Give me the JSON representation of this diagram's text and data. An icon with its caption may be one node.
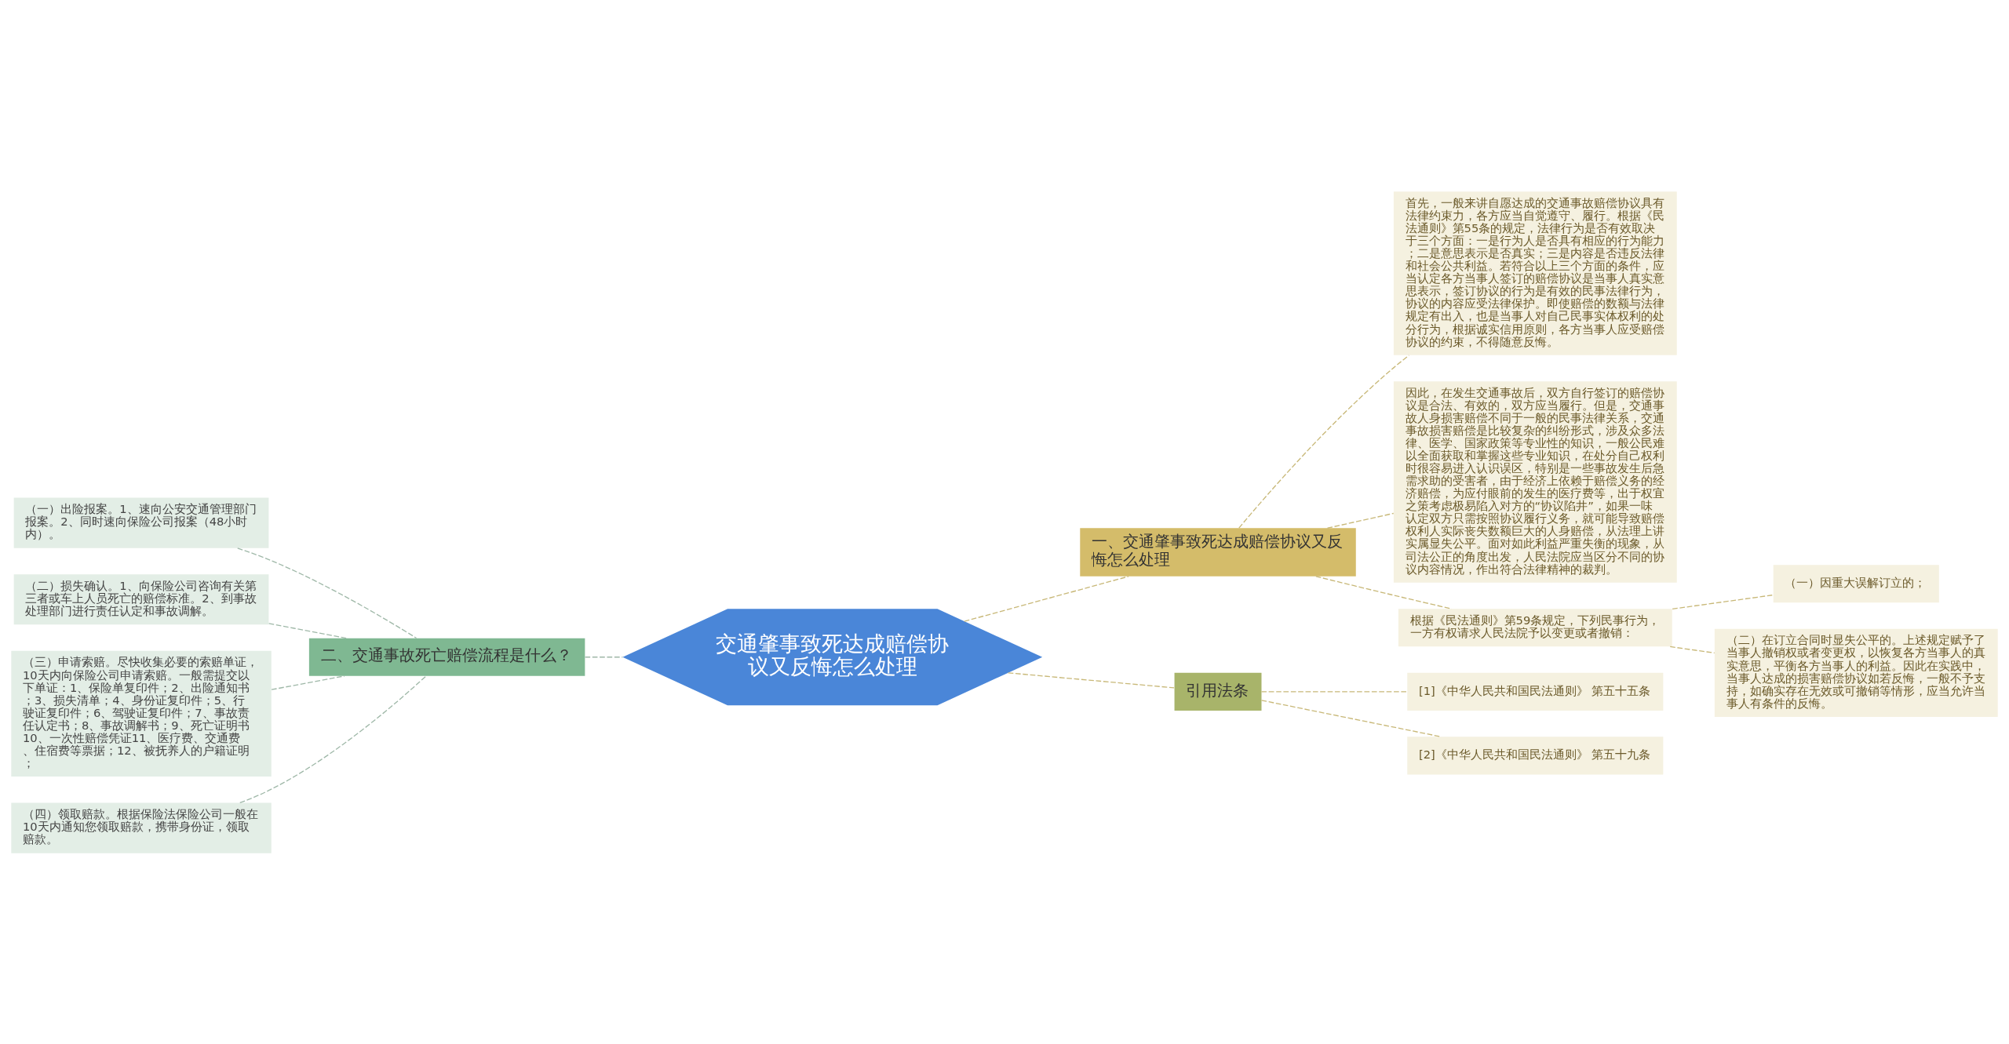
{
  "diagram": {
    "nodes": [
      {
        "text": [
          "交通肇事致死达成赔偿协议又反悔怎么处理"
        ]
      },
      {
        "text": [
          "一、交通肇事致死达成赔偿协议又反悔怎么处理"
        ]
      },
      {
        "text": [
          "首先，一般来讲自愿达成的交通事故赔偿协议具有法律约束力，各方应当自觉遵守、履行。根据《民法通则》第55条的规定，法律行为是否有效取决于三个方面：一是行为人是否具有相应的行为能力；二是意思表示是否真实；三是内容是否违反法律和社会公共利益。若符合以上三个方面的条件，应当认定各方当事人签订的赔偿协议是当事人真实意思表示，签订协议的行为是有效的民事法律行为，协议的内容应受法律保护。即使赔偿的数额与法律规定有出入，也是当事人对自己民事实体权利的处分行为，根据诚实信用原则，各方当事人应受赔偿协议的约束，不得随意反悔。"
        ]
      },
      {
        "text": [
          "因此，在发生交通事故后，双方自行签订的赔偿协议是合法、有效的，双方应当履行。但是，交通事故人身损害赔偿不同于一般的民事法律关系，交通事故损害赔偿是比较复杂的纠纷形式，涉及众多法律、医学、国家政策等专业性的知识，一般公民难以全面获取和掌握这些专业知识，在处分自己权利时很容易进入认识误区，特别是一些事故发生后急需求助的受害者，由于经济上依赖于赔偿义务的经济赔偿，为应付眼前的发生的医疗费等，出于权宜之策考虑极易陷入对方的“协议陷井”，如果一味认定双方只需按照协议履行义务，就可能导致赔偿权利人实际丧失数额巨大的人身赔偿，从法理上讲实属显失公平。面对如此利益严重失衡的现象，从司法公正的角度出发，人民法院应当区分不同的协议内容情况，作出符合法律精神的裁判。"
        ]
      },
      {
        "text": [
          "根据《民法通则》第59条规定，下列民事行为，一方有权请求人民法院予以变更或者撤销："
        ]
      },
      {
        "text": [
          "（一）因重大误解订立的；"
        ]
      },
      {
        "text": [
          "（二）在订立合同时显失公平的。上述规定赋予了当事人撤销权或者变更权，以恢复各方当事人的真实意思，平衡各方当事人的利益。因此在实践中，当事人达成的损害赔偿协议如若反悔，一般不予支持，如确实存在无效或可撤销等情形，应当允许当事人有条件的反悔。"
        ]
      },
      {
        "text": [
          "引用法条"
        ]
      },
      {
        "text": [
          "[1]《中华人民共和国民法通则》 第五十五条"
        ]
      },
      {
        "text": [
          "[2]《中华人民共和国民法通则》 第五十九条"
        ]
      },
      {
        "text": [
          "二、交通事故死亡赔偿流程是什么？"
        ]
      },
      {
        "text": [
          "（一）出险报案。1、速向公安交通管理部门报案。2、同时速向保险公司报案（48小时内）。"
        ]
      },
      {
        "text": [
          "（二）损失确认。1、向保险公司咨询有关第三者或车上人员死亡的赔偿标准。2、到事故处理部门进行责任认定和事故调解。"
        ]
      },
      {
        "text": [
          "（三）申请索赔。尽快收集必要的索赔单证，10天内向保险公司申请索赔。一般需提交以下单证：1、保险单复印件；2、出险通知书；3、损失清单；4、身份证复印件；5、行驶证复印件；6、驾驶证复印件；7、事故责任认定书；8、事故调解书；9、死亡证明书10、一次性赔偿凭证11、医疗费、交通费、住宿费等票据；12、被抚养人的户籍证明；"
        ]
      },
      {
        "text": [
          "（四）领取赔款。根据保险法保险公司一般在10天内通知您领取赔款，携带身份证，领取赔款。"
        ]
      }
    ],
    "edges": [
      {
        "from": 0,
        "to": 1,
        "arrow": "none",
        "style": "dashed"
      },
      {
        "from": 1,
        "to": 2,
        "arrow": "none",
        "style": "dashed"
      },
      {
        "from": 1,
        "to": 3,
        "arrow": "none",
        "style": "dashed"
      },
      {
        "from": 1,
        "to": 4,
        "arrow": "none",
        "style": "dashed"
      },
      {
        "from": 4,
        "to": 5,
        "arrow": "none",
        "style": "dashed"
      },
      {
        "from": 4,
        "to": 6,
        "arrow": "none",
        "style": "dashed"
      },
      {
        "from": 0,
        "to": 7,
        "arrow": "none",
        "style": "dashed"
      },
      {
        "from": 7,
        "to": 8,
        "arrow": "none",
        "style": "dashed"
      },
      {
        "from": 7,
        "to": 9,
        "arrow": "none",
        "style": "dashed"
      },
      {
        "from": 0,
        "to": 10,
        "arrow": "none",
        "style": "dashed",
        "color": "#9fb8a8"
      },
      {
        "from": 10,
        "to": 11,
        "arrow": "none",
        "style": "dashed",
        "color": "#9fb8a8"
      },
      {
        "from": 10,
        "to": 12,
        "arrow": "none",
        "style": "dashed",
        "color": "#9fb8a8"
      },
      {
        "from": 10,
        "to": 13,
        "arrow": "none",
        "style": "dashed",
        "color": "#9fb8a8"
      },
      {
        "from": 10,
        "to": 14,
        "arrow": "none",
        "style": "dashed",
        "color": "#9fb8a8"
      }
    ]
  }
}
